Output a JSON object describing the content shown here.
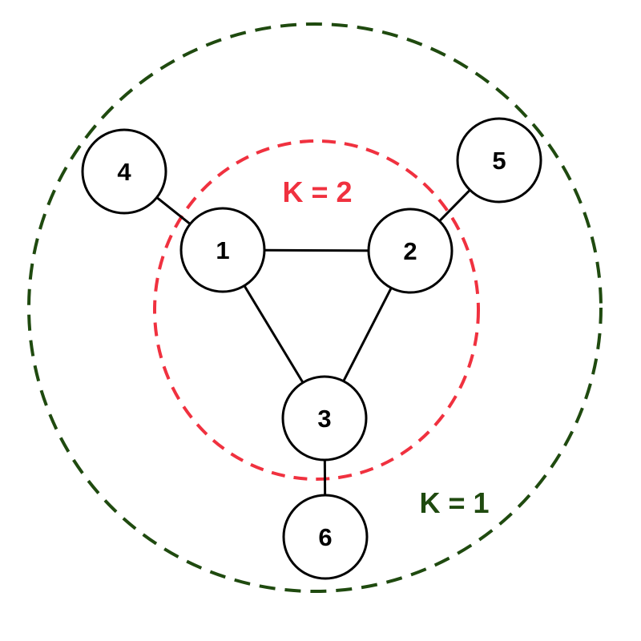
{
  "colors": {
    "outer_shell": "#1f4a0f",
    "inner_shell": "#f0313f",
    "node_stroke": "#000000",
    "edge": "#000000",
    "background": "#ffffff"
  },
  "shells": {
    "outer": {
      "label": "K = 1"
    },
    "inner": {
      "label": "K = 2"
    }
  },
  "nodes": [
    {
      "id": "1",
      "label": "1"
    },
    {
      "id": "2",
      "label": "2"
    },
    {
      "id": "3",
      "label": "3"
    },
    {
      "id": "4",
      "label": "4"
    },
    {
      "id": "5",
      "label": "5"
    },
    {
      "id": "6",
      "label": "6"
    }
  ],
  "edges": [
    [
      "1",
      "2"
    ],
    [
      "1",
      "3"
    ],
    [
      "2",
      "3"
    ],
    [
      "1",
      "4"
    ],
    [
      "2",
      "5"
    ],
    [
      "3",
      "6"
    ]
  ]
}
